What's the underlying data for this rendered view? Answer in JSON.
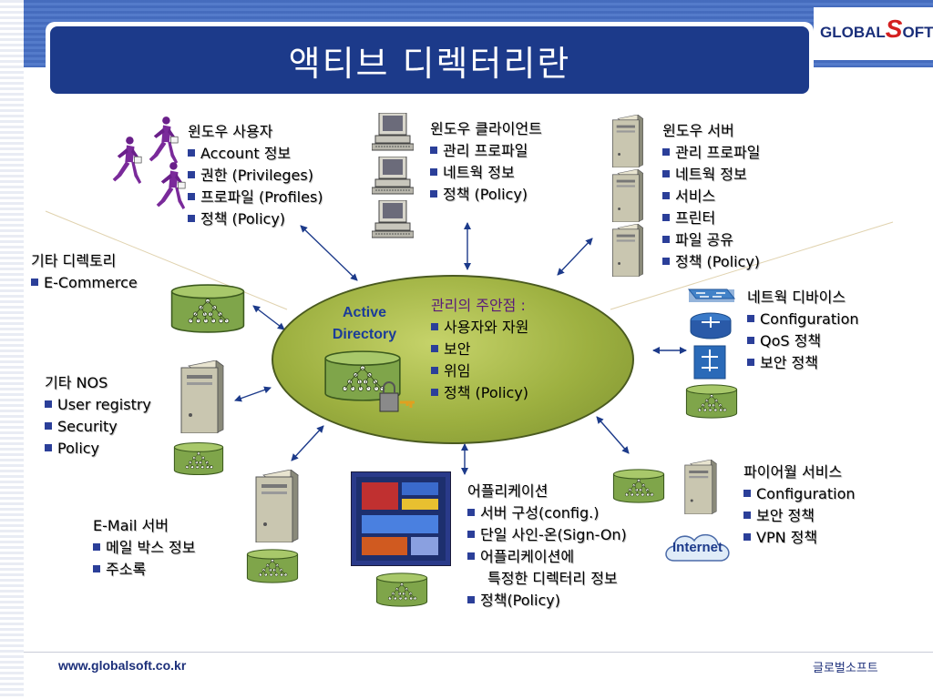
{
  "title": "액티브 디렉터리란",
  "logo": {
    "pre": "GLOBAL",
    "s": "S",
    "post": "OFT"
  },
  "footer": {
    "url": "www.globalsoft.co.kr",
    "company": "글로벌소프트"
  },
  "center": {
    "title_line1": "Active",
    "title_line2": "Directory",
    "heading": "관리의 주안점 :",
    "items": [
      "사용자와 자원",
      "보안",
      "위임",
      "정책 (Policy)"
    ]
  },
  "windows_users": {
    "heading": "윈도우 사용자",
    "items": [
      "Account 정보",
      "권한 (Privileges)",
      "프로파일 (Profiles)",
      "정책 (Policy)"
    ]
  },
  "windows_client": {
    "heading": "윈도우 클라이언트",
    "items": [
      "관리 프로파일",
      "네트웍 정보",
      "정책 (Policy)"
    ]
  },
  "windows_server": {
    "heading": "윈도우 서버",
    "items": [
      "관리 프로파일",
      "네트웍 정보",
      "서비스",
      "프린터",
      "파일 공유",
      "정책 (Policy)"
    ]
  },
  "other_directory": {
    "heading": "기타 디렉토리",
    "items": [
      "E-Commerce"
    ]
  },
  "network_devices": {
    "heading": "네트웍 디바이스",
    "items": [
      "Configuration",
      "QoS 정책",
      "보안 정책"
    ]
  },
  "other_nos": {
    "heading": "기타 NOS",
    "items": [
      "User registry",
      "Security",
      "Policy"
    ]
  },
  "email_server": {
    "heading": "E-Mail 서버",
    "items": [
      "메일 박스 정보",
      "주소록"
    ]
  },
  "applications": {
    "heading": "어플리케이션",
    "items": [
      "서버 구성(config.)",
      "단일 사인-온(Sign-On)",
      "어플리케이션에",
      "특정한 디렉터리 정보",
      "정책(Policy)"
    ]
  },
  "firewall": {
    "heading": "파이어월 서비스",
    "items": [
      "Configuration",
      "보안 정책",
      "VPN 정책"
    ]
  },
  "internet_label": "Internet",
  "colors": {
    "title_bar": "#1c3a8a",
    "ellipse": "#9db040",
    "bullet": "#2b3f99",
    "db": "#7fa54a",
    "band": "#4d73c4"
  }
}
